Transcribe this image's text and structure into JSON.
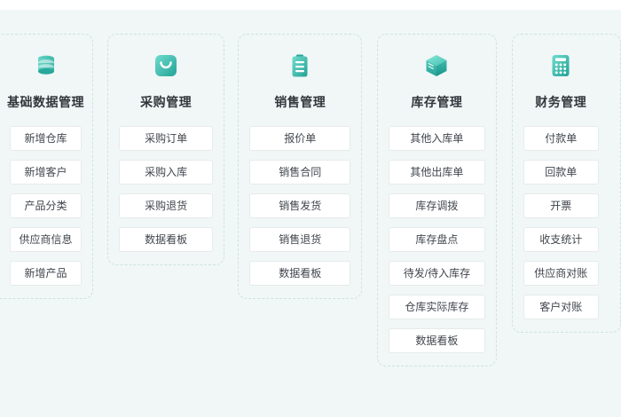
{
  "theme": {
    "page_background": "#ffffff",
    "panel_background": "#f0f7f6",
    "card_border": "#cfe3df",
    "icon_teal_light": "#5fd3c4",
    "icon_teal_dark": "#2aa79b",
    "button_background": "#ffffff",
    "button_border": "#e6ebea",
    "title_color": "#33373d",
    "item_text_color": "#41464d"
  },
  "columns": [
    {
      "icon": "database-icon",
      "title": "基础数据管理",
      "items": [
        "新增仓库",
        "新增客户",
        "产品分类",
        "供应商信息",
        "新增产品"
      ]
    },
    {
      "icon": "shopping-bag-icon",
      "title": "采购管理",
      "items": [
        "采购订单",
        "采购入库",
        "采购退货",
        "数据看板"
      ]
    },
    {
      "icon": "clipboard-icon",
      "title": "销售管理",
      "items": [
        "报价单",
        "销售合同",
        "销售发货",
        "销售退货",
        "数据看板"
      ]
    },
    {
      "icon": "box-3d-icon",
      "title": "库存管理",
      "items": [
        "其他入库单",
        "其他出库单",
        "库存调拨",
        "库存盘点",
        "待发/待入库存",
        "仓库实际库存",
        "数据看板"
      ]
    },
    {
      "icon": "calculator-icon",
      "title": "财务管理",
      "items": [
        "付款单",
        "回款单",
        "开票",
        "收支统计",
        "供应商对账",
        "客户对账"
      ]
    }
  ]
}
